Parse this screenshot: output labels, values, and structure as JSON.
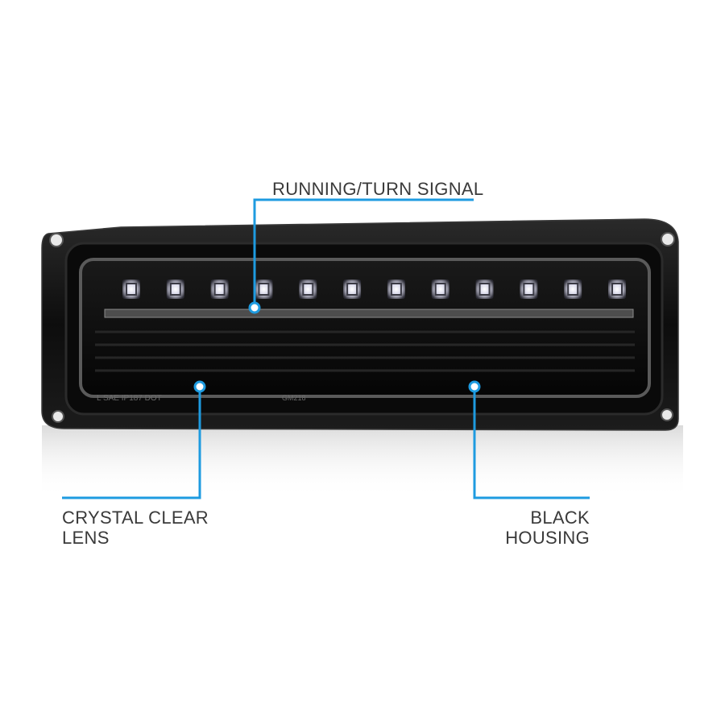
{
  "callouts": {
    "running_turn_signal": "RUNNING/TURN SIGNAL",
    "crystal_clear_lens": {
      "line1": "CRYSTAL CLEAR",
      "line2": "LENS"
    },
    "black_housing": {
      "line1": "BLACK",
      "line2": "HOUSING"
    }
  },
  "colors": {
    "accent": "#1e9be0",
    "housing": "#0b0b0b",
    "label_text": "#3a3a3a",
    "led_glow": "#e8e8f2"
  },
  "product": {
    "led_count": 12,
    "lens_markings": {
      "left": "L  SAE IP187  DOT",
      "code": "GM218"
    }
  }
}
